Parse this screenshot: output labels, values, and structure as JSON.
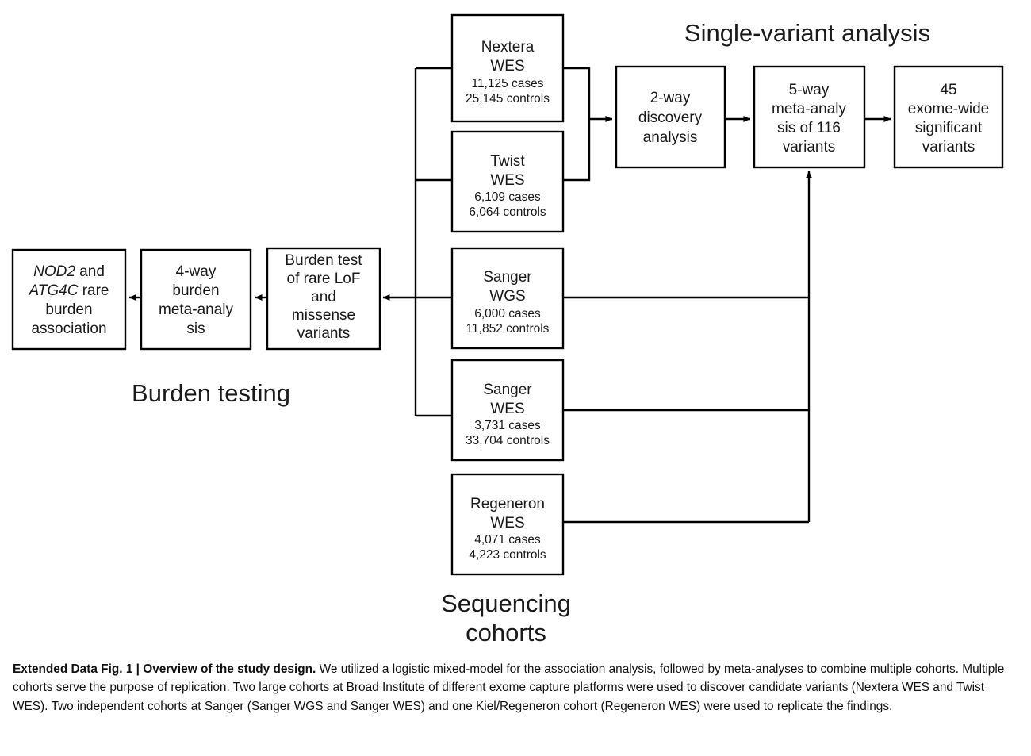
{
  "figure": {
    "sections": [
      {
        "id": "single-variant",
        "label": "Single-variant analysis"
      },
      {
        "id": "burden-testing",
        "label": "Burden testing"
      },
      {
        "id": "sequencing-cohorts",
        "label": "Sequencing\ncohorts"
      }
    ],
    "cohorts": [
      {
        "id": "nextera-wes",
        "name_line1": "Nextera",
        "name_line2": "WES",
        "cases": "11,125 cases",
        "controls": "25,145 controls"
      },
      {
        "id": "twist-wes",
        "name_line1": "Twist",
        "name_line2": "WES",
        "cases": "6,109 cases",
        "controls": "6,064 controls"
      },
      {
        "id": "sanger-wgs",
        "name_line1": "Sanger",
        "name_line2": "WGS",
        "cases": "6,000 cases",
        "controls": "11,852 controls"
      },
      {
        "id": "sanger-wes",
        "name_line1": "Sanger",
        "name_line2": "WES",
        "cases": "3,731 cases",
        "controls": "33,704 controls"
      },
      {
        "id": "regeneron-wes",
        "name_line1": "Regeneron",
        "name_line2": "WES",
        "cases": "4,071 cases",
        "controls": "4,223 controls"
      }
    ],
    "single_variant_steps": [
      {
        "id": "two-way-discovery",
        "lines": [
          "2-way",
          "discovery",
          "analysis"
        ]
      },
      {
        "id": "five-way-meta",
        "lines": [
          "5-way",
          "meta-analy",
          "sis of 116",
          "variants"
        ]
      },
      {
        "id": "exome-wide-significant",
        "lines": [
          "45",
          "exome-wide",
          "significant",
          "variants"
        ]
      }
    ],
    "burden_steps": [
      {
        "id": "nod2-atg4c-association",
        "lines": [
          {
            "text": "NOD2",
            "italic": true,
            "suffix": " and"
          },
          {
            "text": "ATG4C",
            "italic": true,
            "suffix": " rare"
          },
          {
            "text": "burden",
            "italic": false,
            "suffix": ""
          },
          {
            "text": "association",
            "italic": false,
            "suffix": ""
          }
        ]
      },
      {
        "id": "four-way-burden-meta",
        "lines": [
          "4-way",
          "burden",
          "meta-analy",
          "sis"
        ]
      },
      {
        "id": "burden-test-rare",
        "lines": [
          "Burden test",
          "of rare LoF",
          "and",
          "missense",
          "variants"
        ]
      }
    ]
  },
  "caption": {
    "label": "Extended Data Fig. 1 | Overview of the study design.",
    "body": " We utilized a logistic mixed-model for the association analysis, followed by meta-analyses to combine multiple cohorts. Multiple cohorts serve the purpose of replication. Two large cohorts at Broad Institute of different exome capture platforms were used to discover candidate variants (Nextera WES and Twist WES). Two independent cohorts at Sanger (Sanger WGS and Sanger WES) and one Kiel/Regeneron cohort (Regeneron WES) were used to replicate the findings."
  }
}
